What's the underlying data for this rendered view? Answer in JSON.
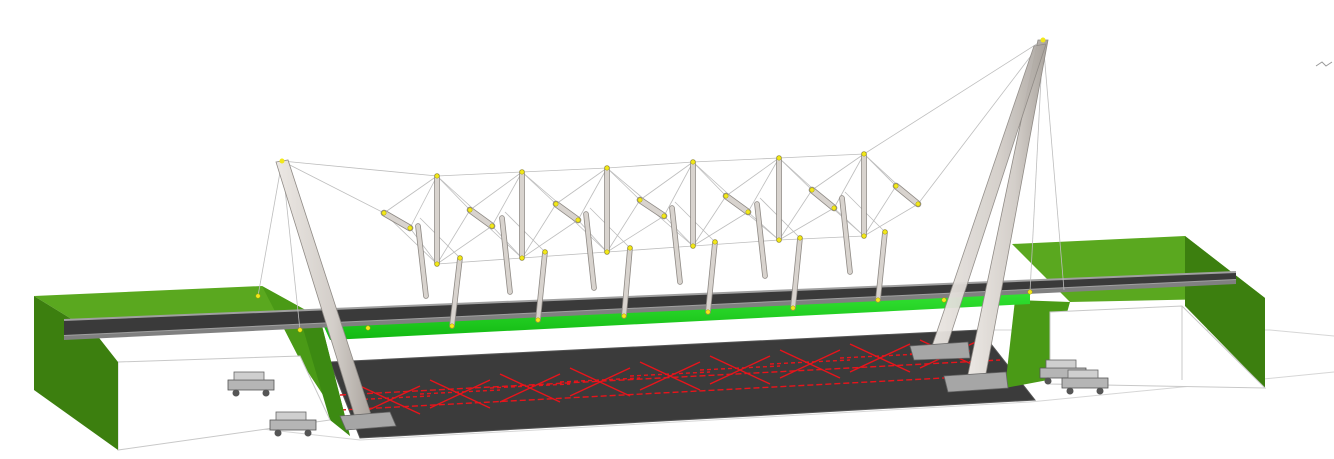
{
  "view": {
    "kind": "3d-structural-model",
    "background": "#ffffff"
  },
  "colors": {
    "embankment": "#4a9a16",
    "embankment_dark": "#2f6b0a",
    "embankment_light": "#6bbd2c",
    "deck_surface": "#3a3a3a",
    "deck_edge": "#9a9a9a",
    "deck_underside": "#22d422",
    "road": "#3b3b3b",
    "pylon": "#d9d4cf",
    "pylon_shadow": "#a9a39d",
    "strut": "#cfcac5",
    "cable": "#bdbdbd",
    "node": "#f2e81a",
    "load_markings": "#e8141b",
    "support_plate": "#9d9d9d",
    "outline": "#d0d0d0"
  },
  "elements": {
    "pylon_count": 2,
    "mast_count": 10,
    "embankment_count": 2
  }
}
